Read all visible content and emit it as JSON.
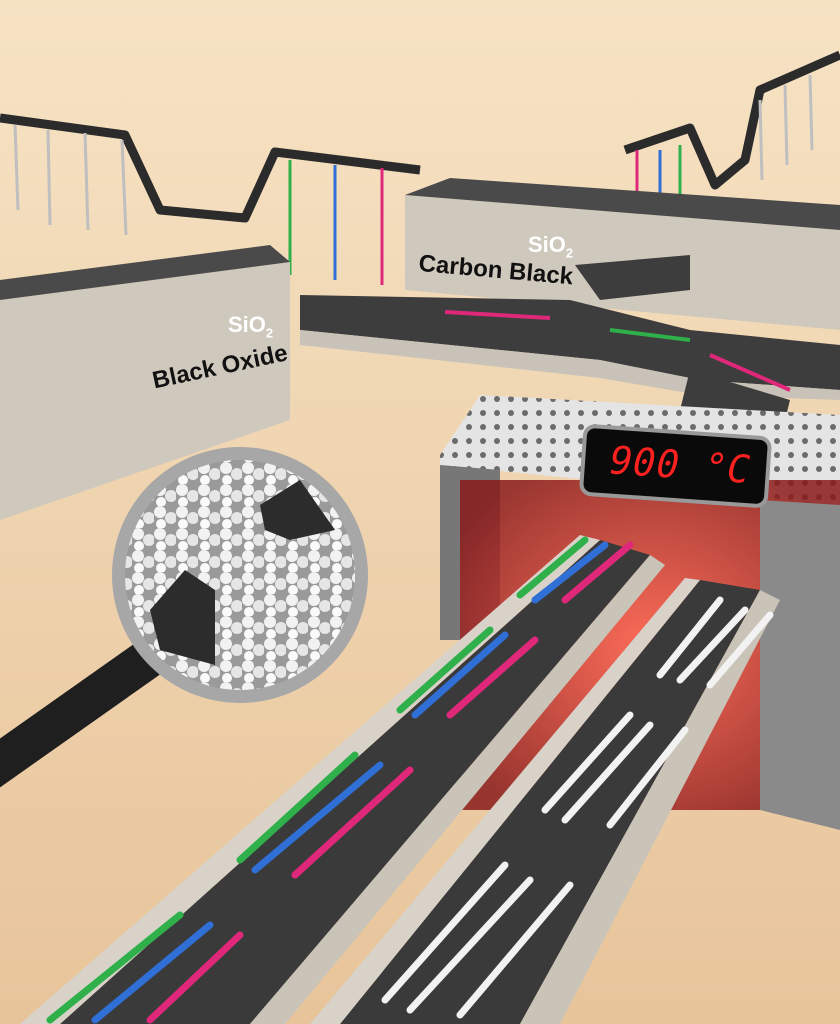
{
  "tanks": [
    {
      "formula_main": "SiO",
      "formula_sub": "2",
      "name": "Black Oxide"
    },
    {
      "formula_main": "SiO",
      "formula_sub": "2",
      "name": "Carbon Black"
    }
  ],
  "furnace": {
    "temperature": "900 °C"
  },
  "colors": {
    "background": "#f1d9b3",
    "green": "#2fb04a",
    "blue": "#2f6fd6",
    "pink": "#e0287a",
    "glow": "#ff3b3b"
  }
}
